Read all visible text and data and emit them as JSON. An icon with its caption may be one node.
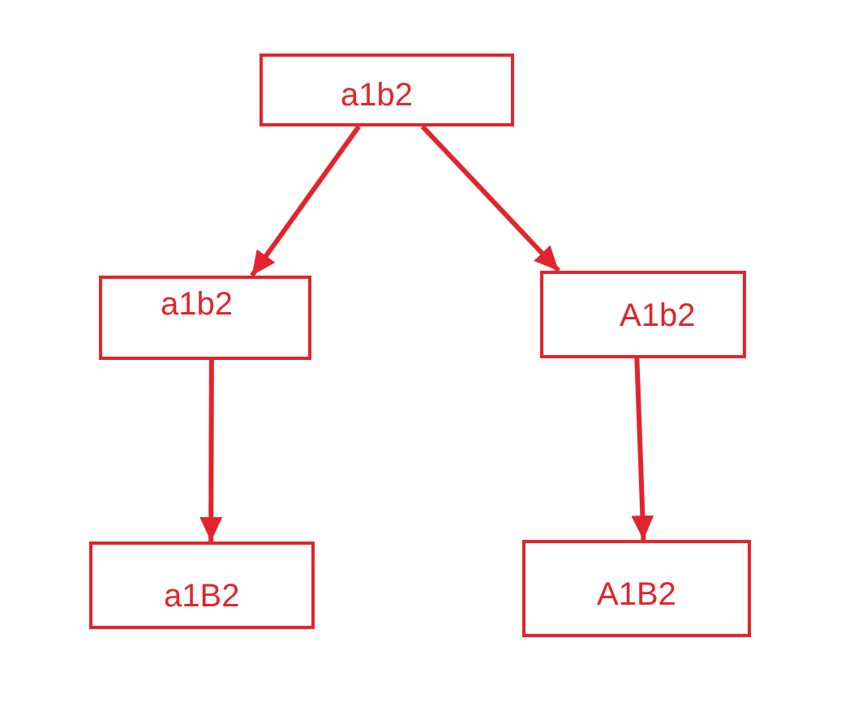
{
  "diagram": {
    "nodes": [
      {
        "text": [
          "a1b2"
        ]
      },
      {
        "text": [
          "a1b2"
        ]
      },
      {
        "text": [
          "A1b2"
        ]
      },
      {
        "text": [
          "a1B2"
        ]
      },
      {
        "text": [
          "A1B2"
        ]
      }
    ],
    "edges": [
      {
        "from": 0,
        "to": 1,
        "arrow": "to"
      },
      {
        "from": 0,
        "to": 2,
        "arrow": "to"
      },
      {
        "from": 1,
        "to": 3,
        "arrow": "to"
      },
      {
        "from": 2,
        "to": 4,
        "arrow": "to"
      }
    ]
  }
}
